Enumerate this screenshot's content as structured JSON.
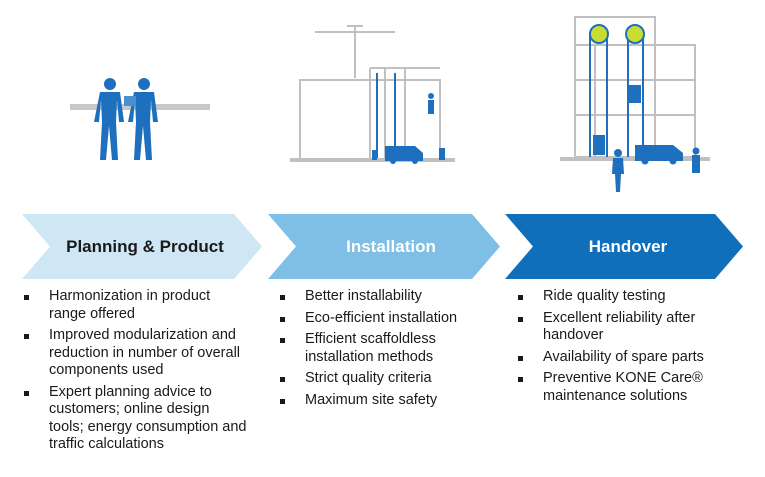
{
  "colors": {
    "planning_arrow": "#cfe6f4",
    "installation_arrow": "#7fbfe6",
    "handover_arrow": "#0f6fba",
    "figure_blue": "#1f6fbf",
    "building_gray": "#c8c8c8",
    "accent_green": "#c8dc32"
  },
  "icons": {
    "planning": "people-with-plans-icon",
    "installation": "building-under-construction-icon",
    "handover": "finished-building-with-elevators-icon"
  },
  "stages": [
    {
      "title": "Planning & Product",
      "bullets": [
        "Harmonization in product range offered",
        "Improved modularization and reduction in number of overall components used",
        "Expert planning advice to customers; online design tools; energy consumption and traffic calculations"
      ]
    },
    {
      "title": "Installation",
      "bullets": [
        "Better installability",
        "Eco-efficient installation",
        "Efficient scaffoldless installation methods",
        "Strict quality criteria",
        "Maximum site safety"
      ]
    },
    {
      "title": "Handover",
      "bullets": [
        "Ride quality testing",
        "Excellent reliability after handover",
        "Availability of spare parts",
        "Preventive KONE Care® maintenance solutions"
      ]
    }
  ]
}
